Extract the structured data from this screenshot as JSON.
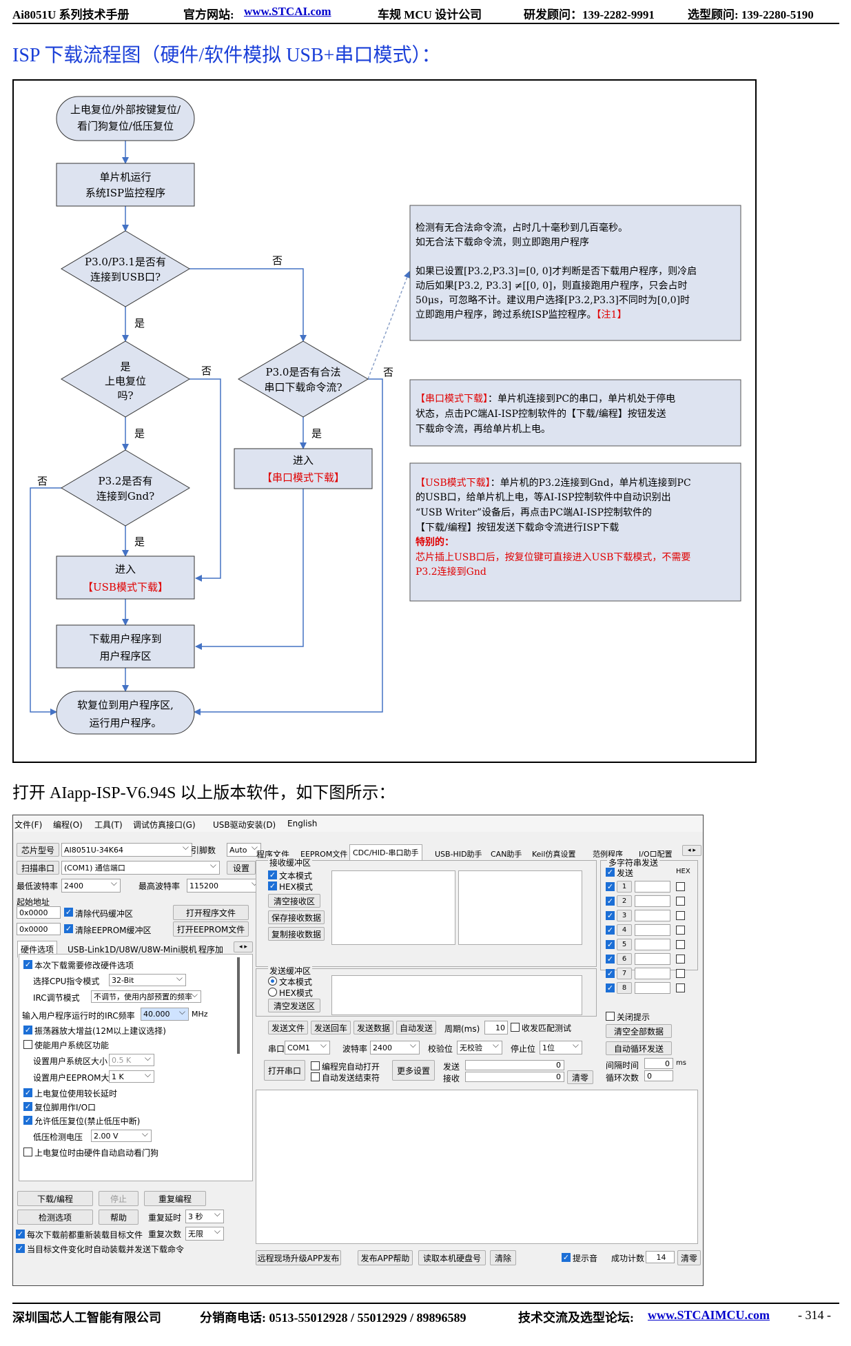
{
  "header": {
    "doc_title": "Ai8051U 系列技术手册",
    "site_label": "官方网站:",
    "site_url": "www.STCAI.com",
    "company": "车规 MCU 设计公司",
    "rd_contact": "研发顾问：139-2282-9991",
    "sel_contact": "选型顾问: 139-2280-5190"
  },
  "section_title": "ISP 下载流程图（硬件/软件模拟 USB+串口模式）：",
  "flowchart": {
    "start_l1": "上电复位/外部按键复位/",
    "start_l2": "看门狗复位/低压复位",
    "step1_l1": "单片机运行",
    "step1_l2": "系统ISP监控程序",
    "d1_l1": "P3.0/P3.1是否有",
    "d1_l2": "连接到USB口?",
    "d2_l1": "是",
    "d2_l2": "上电复位",
    "d2_l3": "吗?",
    "d3_l1": "P3.2是否有",
    "d3_l2": "连接到Gnd?",
    "d4_l1": "P3.0是否有合法",
    "d4_l2": "串口下载命令流?",
    "usb_l1": "进入",
    "usb_l2": "【USB模式下载】",
    "uart_l1": "进入",
    "uart_l2": "【串口模式下载】",
    "dl_l1": "下载用户程序到",
    "dl_l2": "用户程序区",
    "end_l1": "软复位到用户程序区,",
    "end_l2": "运行用户程序。",
    "yes": "是",
    "no": "否",
    "note1": {
      "l1": "检测有无合法命令流，占时几十毫秒到几百毫秒。",
      "l2": "如无合法下载命令流，则立即跑用户程序",
      "l3": "如果已设置[P3.2,P3.3]=[0, 0]才判断是否下载用户程序，则冷启",
      "l4": "动后如果[P3.2, P3.3] ≠[[0, 0]，则直接跑用户程序，只会占时",
      "l5": "50μs，可忽略不计。建议用户选择[P3.2,P3.3]不同时为[0,0]时",
      "l6": "立即跑用户程序，跨过系统ISP监控程序。",
      "l6_red": "【注1】"
    },
    "note2": {
      "red": "【串口模式下载】",
      "l1": "：单片机连接到PC的串口，单片机处于停电",
      "l2": "状态，点击PC端AI-ISP控制软件的【下载/编程】按钮发送",
      "l3": "下载命令流，再给单片机上电。"
    },
    "note3": {
      "red": "【USB模式下载】",
      "l1": "：单片机的P3.2连接到Gnd，单片机连接到PC",
      "l2": "的USB口，给单片机上电，等AI-ISP控制软件中自动识别出",
      "l3": "“USB Writer”设备后，再点击PC端AI-ISP控制软件的",
      "l4": "【下载/编程】按钮发送下载命令流进行ISP下载",
      "l5_red": "特别的：",
      "l6_red": "芯片插上USB口后，按复位键可直接进入USB下载模式，不需要",
      "l7_red": "P3.2连接到Gnd"
    }
  },
  "open_text": "打开 AIapp-ISP-V6.94S 以上版本软件，如下图所示：",
  "app": {
    "menu": [
      "文件(F)",
      "编程(O)",
      "工具(T)",
      "调试仿真接口(G)",
      "USB驱动安装(D)",
      "English"
    ],
    "chip_label": "芯片型号",
    "chip_value": "AI8051U-34K64",
    "pin_label": "引脚数",
    "pin_value": "Auto",
    "scan_btn": "扫描串口",
    "port_value": "(COM1) 通信端口",
    "setup_btn": "设置",
    "min_baud_label": "最低波特率",
    "min_baud_value": "2400",
    "max_baud_label": "最高波特率",
    "max_baud_value": "115200",
    "start_addr_label": "起始地址",
    "addr1": "0x0000",
    "clr_code": "清除代码缓冲区",
    "open_prog": "打开程序文件",
    "addr2": "0x0000",
    "clr_eeprom": "清除EEPROM缓冲区",
    "open_eeprom": "打开EEPROM文件",
    "left_tabs": [
      "硬件选项",
      "USB-Link1D/U8W/U8W-Mini脱机",
      "程序加"
    ],
    "opt_need_hw": "本次下载需要修改硬件选项",
    "cpu_mode_label": "选择CPU指令模式",
    "cpu_mode_value": "32-Bit",
    "irc_label": "IRC调节模式",
    "irc_value": "不调节，使用内部预置的频率",
    "irc_freq_label": "输入用户程序运行时的IRC频率",
    "irc_freq_value": "40.000",
    "mhz": "MHz",
    "osc_gain": "振荡器放大增益(12M以上建议选择)",
    "user_sys": "使能用户系统区功能",
    "user_sys_size_label": "设置用户系统区大小",
    "user_sys_size_value": "0.5 K",
    "eeprom_size_label": "设置用户EEPROM大小",
    "eeprom_size_value": "1  K",
    "long_delay": "上电复位使用较长延时",
    "reset_io": "复位脚用作I/O口",
    "lvr": "允许低压复位(禁止低压中断)",
    "lvd_label": "低压检测电压",
    "lvd_value": "2.00 V",
    "wdt": "上电复位时由硬件自动启动看门狗",
    "download_btn": "下载/编程",
    "stop_btn": "停止",
    "reprog_btn": "重复编程",
    "check_btn": "检测选项",
    "help_btn": "帮助",
    "rep_delay_label": "重复延时",
    "rep_delay_value": "3 秒",
    "rep_count_label": "重复次数",
    "rep_count_value": "无限",
    "reload1": "每次下载前都重新装载目标文件",
    "reload2": "当目标文件变化时自动装载并发送下载命令",
    "right_tabs": [
      "程序文件",
      "EEPROM文件",
      "CDC/HID-串口助手",
      "USB-HID助手",
      "CAN助手",
      "Keil仿真设置",
      "范例程序",
      "I/O口配置"
    ],
    "recv_title": "接收缓冲区",
    "recv_text": "文本模式",
    "recv_hex": "HEX模式",
    "clr_recv": "清空接收区",
    "save_recv": "保存接收数据",
    "copy_recv": "复制接收数据",
    "send_title": "发送缓冲区",
    "send_text": "文本模式",
    "send_hex": "HEX模式",
    "clr_send": "清空发送区",
    "send_file": "发送文件",
    "send_cr": "发送回车",
    "send_data": "发送数据",
    "auto_send": "自动发送",
    "period_label": "周期(ms)",
    "period_value": "10",
    "match": "收发匹配测试",
    "port_label": "串口",
    "port2_value": "COM1",
    "baud_label": "波特率",
    "baud_value": "2400",
    "parity_label": "校验位",
    "parity_value": "无校验",
    "stop_label": "停止位",
    "stop_value": "1位",
    "open_port": "打开串口",
    "auto_open": "编程完自动打开",
    "auto_end": "自动发送结束符",
    "more_set": "更多设置",
    "tx_label": "发送",
    "tx_value": "0",
    "rx_label": "接收",
    "rx_value": "0",
    "clear_btn": "清零",
    "multi_title": "多字符串发送",
    "multi_send": "发送",
    "multi_hex": "HEX",
    "multi_items": [
      "1",
      "2",
      "3",
      "4",
      "5",
      "6",
      "7",
      "8"
    ],
    "close_tip": "关闭提示",
    "clr_all": "清空全部数据",
    "auto_loop": "自动循环发送",
    "interval_label": "间隔时间",
    "interval_value": "0",
    "ms": "ms",
    "loop_label": "循环次数",
    "loop_value": "0",
    "remote_btn": "远程现场升级APP发布",
    "pub_help": "发布APP帮助",
    "read_disk": "读取本机硬盘号",
    "clear2": "清除",
    "tone": "提示音",
    "success_label": "成功计数",
    "success_value": "14",
    "clear3": "清零"
  },
  "footer": {
    "company": "深圳国芯人工智能有限公司",
    "phone": "分销商电话: 0513-55012928 / 55012929 / 89896589",
    "forum_label": "技术交流及选型论坛:",
    "forum_url": "www.STCAIMCU.com",
    "page": "- 314 -"
  }
}
